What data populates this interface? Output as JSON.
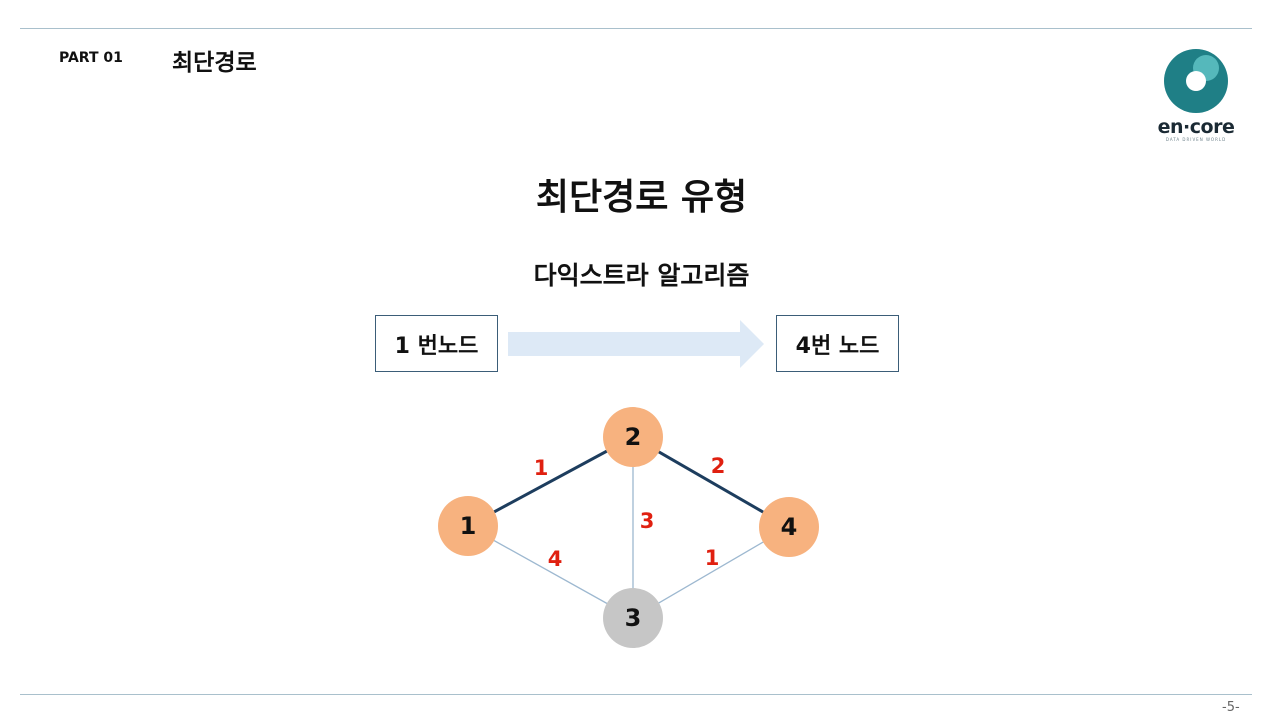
{
  "header": {
    "part_label": "PART 01",
    "section_title": "최단경로"
  },
  "logo": {
    "text": "en·core",
    "tagline": "DATA DRIVEN WORLD",
    "colors": {
      "ring": "#1f7f86",
      "ring_light": "#5fc2c4",
      "center": "#ffffff"
    }
  },
  "main_title": "최단경로 유형",
  "subtitle": "다익스트라 알고리즘",
  "route": {
    "start_label": "1 번노드",
    "end_label": "4번 노드",
    "arrow_color": "#dde9f6"
  },
  "graph": {
    "nodes": [
      {
        "id": "1",
        "label": "1",
        "color": "#f7b27f"
      },
      {
        "id": "2",
        "label": "2",
        "color": "#f7b27f"
      },
      {
        "id": "3",
        "label": "3",
        "color": "#c6c6c6"
      },
      {
        "id": "4",
        "label": "4",
        "color": "#f7b27f"
      }
    ],
    "edges": [
      {
        "from": "1",
        "to": "2",
        "weight": "1",
        "highlighted": true
      },
      {
        "from": "2",
        "to": "4",
        "weight": "2",
        "highlighted": true
      },
      {
        "from": "2",
        "to": "3",
        "weight": "3",
        "highlighted": false
      },
      {
        "from": "1",
        "to": "3",
        "weight": "4",
        "highlighted": false
      },
      {
        "from": "3",
        "to": "4",
        "weight": "1",
        "highlighted": false
      }
    ],
    "colors": {
      "highlight_edge": "#1d3d5e",
      "normal_edge": "#9db8d0",
      "weight_text": "#e02010",
      "node_text": "#111111"
    }
  },
  "page_number": "-5-"
}
